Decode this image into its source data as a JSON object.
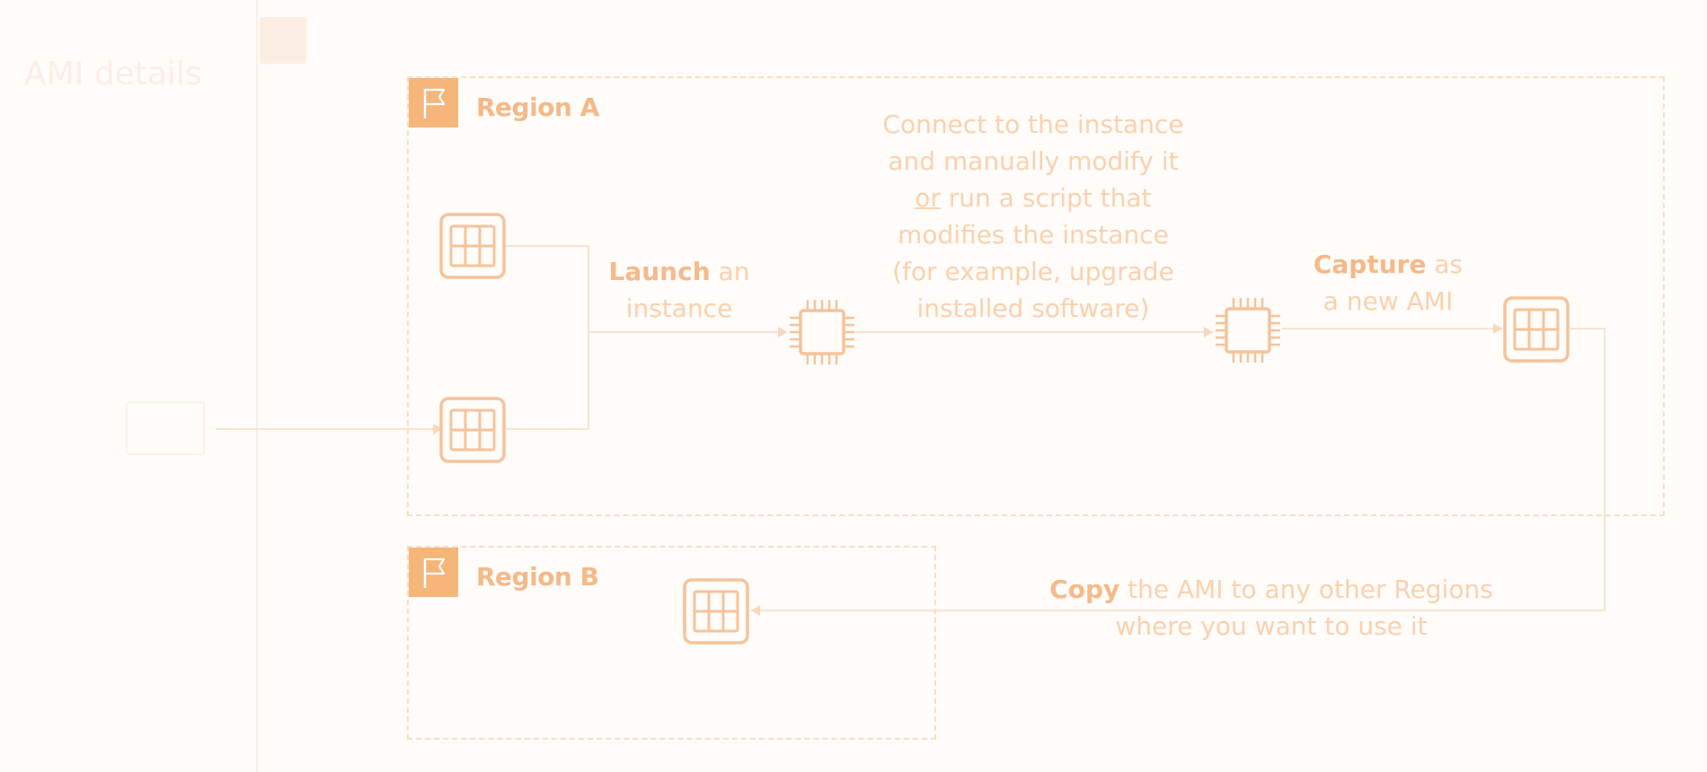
{
  "page": {
    "heading": "AMI details"
  },
  "regions": {
    "a": {
      "label": "Region A"
    },
    "b": {
      "label": "Region B"
    }
  },
  "steps": {
    "launch": {
      "verb": "Launch",
      "rest_line1": " an",
      "line2": "instance"
    },
    "modify": {
      "line1": "Connect to the instance",
      "line2": "and manually modify it",
      "line3_underlined": "or",
      "line3_rest": " run a script that",
      "line4": "modifies the instance",
      "line5": "(for example, upgrade",
      "line6": "installed software)"
    },
    "capture": {
      "verb": "Capture",
      "rest_line1": " as",
      "line2": "a new AMI"
    },
    "copy": {
      "verb": "Copy",
      "rest_line1": " the AMI to any other Regions",
      "line2": "where you want to use it"
    }
  },
  "icons": {
    "ami_top": "ami-icon",
    "ami_bottom": "ami-icon",
    "instance_launched": "ec2-instance-icon",
    "instance_modified": "ec2-instance-icon",
    "ami_new": "ami-icon",
    "ami_region_b": "ami-icon",
    "region_flag": "flag-icon"
  },
  "colors": {
    "accent": "#f6b679",
    "text": "#fbd1ae",
    "label_bold": "#f5b988",
    "connector": "#fbe3d0",
    "region_border": "#fcdcc4"
  }
}
